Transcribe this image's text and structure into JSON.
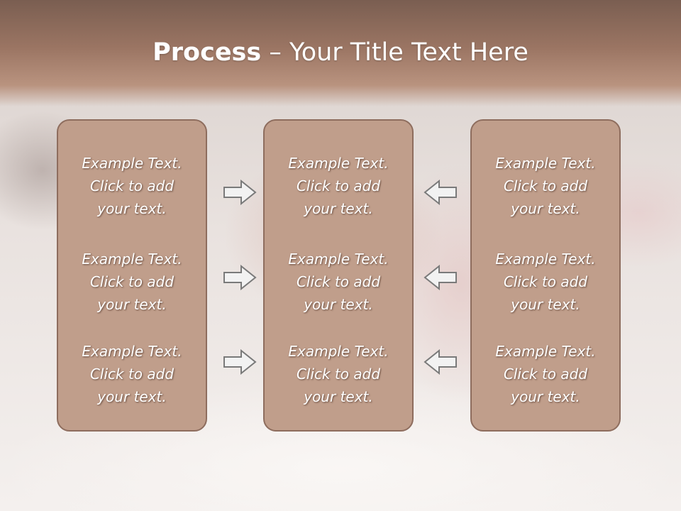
{
  "slide": {
    "title_bold": "Process",
    "title_rest": " – Your Title Text Here"
  },
  "columns": [
    {
      "blocks": [
        {
          "line1": "Example Text.",
          "line2": "Click  to add",
          "line3": "your text."
        },
        {
          "line1": "Example Text.",
          "line2": "Click  to add",
          "line3": "your text."
        },
        {
          "line1": "Example Text.",
          "line2": "Click  to add",
          "line3": "your text."
        }
      ]
    },
    {
      "blocks": [
        {
          "line1": "Example Text.",
          "line2": "Click  to add",
          "line3": "your text."
        },
        {
          "line1": "Example Text.",
          "line2": "Click  to add",
          "line3": "your text."
        },
        {
          "line1": "Example Text.",
          "line2": "Click  to add",
          "line3": "your text."
        }
      ]
    },
    {
      "blocks": [
        {
          "line1": "Example Text.",
          "line2": "Click  to add",
          "line3": "your text."
        },
        {
          "line1": "Example Text.",
          "line2": "Click  to add",
          "line3": "your text."
        },
        {
          "line1": "Example Text.",
          "line2": "Click  to add",
          "line3": "your text."
        }
      ]
    }
  ],
  "arrows": {
    "left_group": [
      "right-arrow-icon",
      "right-arrow-icon",
      "right-arrow-icon"
    ],
    "right_group": [
      "left-arrow-icon",
      "left-arrow-icon",
      "left-arrow-icon"
    ]
  },
  "colors": {
    "header": "#9b7563",
    "column_fill": "#c09e8b",
    "column_border": "#8e6d5e",
    "text": "#ffffff",
    "arrow_fill": "#f2f2f2",
    "arrow_stroke": "#7a7a7a"
  }
}
